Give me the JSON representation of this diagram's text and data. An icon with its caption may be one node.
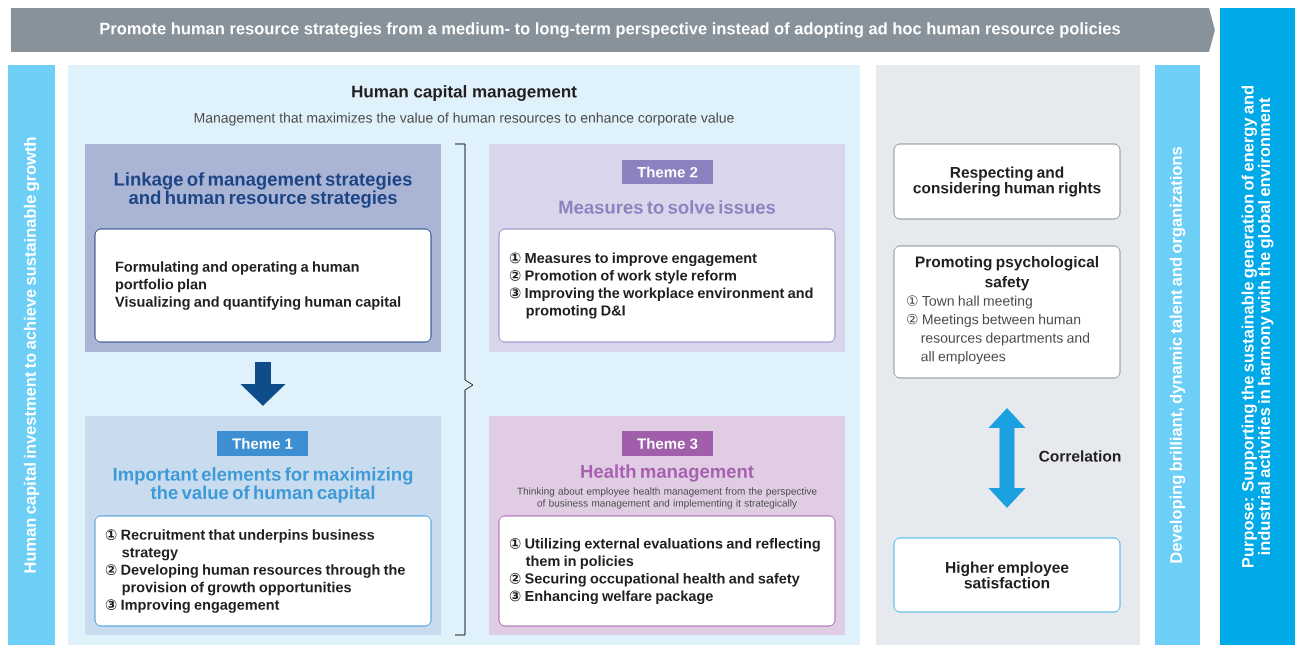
{
  "diagram": {
    "nodes": [
      {
        "text": [
          "Promote human resource strategies from a medium- to long-term perspective instead of adopting ad hoc human resource policies"
        ]
      },
      {
        "text": [
          "Human capital investment to achieve sustainable growth"
        ]
      },
      {
        "text": [
          "Human capital management",
          "Management that maximizes the value of human resources to enhance corporate value"
        ]
      },
      {
        "text": [
          "Linkage of management strategies and human resource strategies"
        ],
        "in": 2
      },
      {
        "text": [
          "Formulating and operating a human portfolio plan",
          "Visualizing and quantifying human capital"
        ],
        "in": 3
      },
      {
        "text": [
          "Important elements for maximizing the value of human capital"
        ],
        "in": 2
      },
      {
        "text": [
          "Theme 1"
        ],
        "in": 5
      },
      {
        "text": [
          "① Recruitment that underpins business strategy",
          "② Developing human resources through the provision of growth opportunities",
          "③ Improving engagement"
        ],
        "in": 5
      },
      {
        "text": [
          "Measures to solve issues"
        ],
        "in": 2
      },
      {
        "text": [
          "Theme 2"
        ],
        "in": 8
      },
      {
        "text": [
          "① Measures to improve engagement",
          "② Promotion of work style reform",
          "③ Improving the workplace environment and promoting D&I"
        ],
        "in": 8
      },
      {
        "text": [
          "Health management",
          "Thinking about employee health management from the perspective of business management and implementing it strategically"
        ],
        "in": 2
      },
      {
        "text": [
          "Theme 3"
        ],
        "in": 11
      },
      {
        "text": [
          "① Utilizing external evaluations and reflecting them in policies",
          "② Securing occupational health and safety",
          "③ Enhancing welfare package"
        ],
        "in": 11
      },
      {
        "text": [],
        "shape": "box"
      },
      {
        "text": [
          "Respecting and considering human rights"
        ],
        "in": 14
      },
      {
        "text": [
          "Promoting psychological safety",
          "① Town hall meeting",
          "② Meetings between human resources departments and all employees"
        ],
        "in": 14
      },
      {
        "text": [
          "Higher employee satisfaction"
        ],
        "in": 14
      },
      {
        "text": [
          "Developing brilliant, dynamic talent and organizations"
        ]
      },
      {
        "text": [
          "Purpose: Supporting the sustainable generation of energy and industrial activities in harmony with the global environment"
        ]
      }
    ],
    "edges": [
      {
        "from": 3,
        "to": 5,
        "arrow": "to",
        "color": "#0f4c8a"
      },
      {
        "from": 16,
        "to": 17,
        "arrow": "both",
        "label": "Correlation",
        "color": "#1ba1e2"
      }
    ]
  }
}
